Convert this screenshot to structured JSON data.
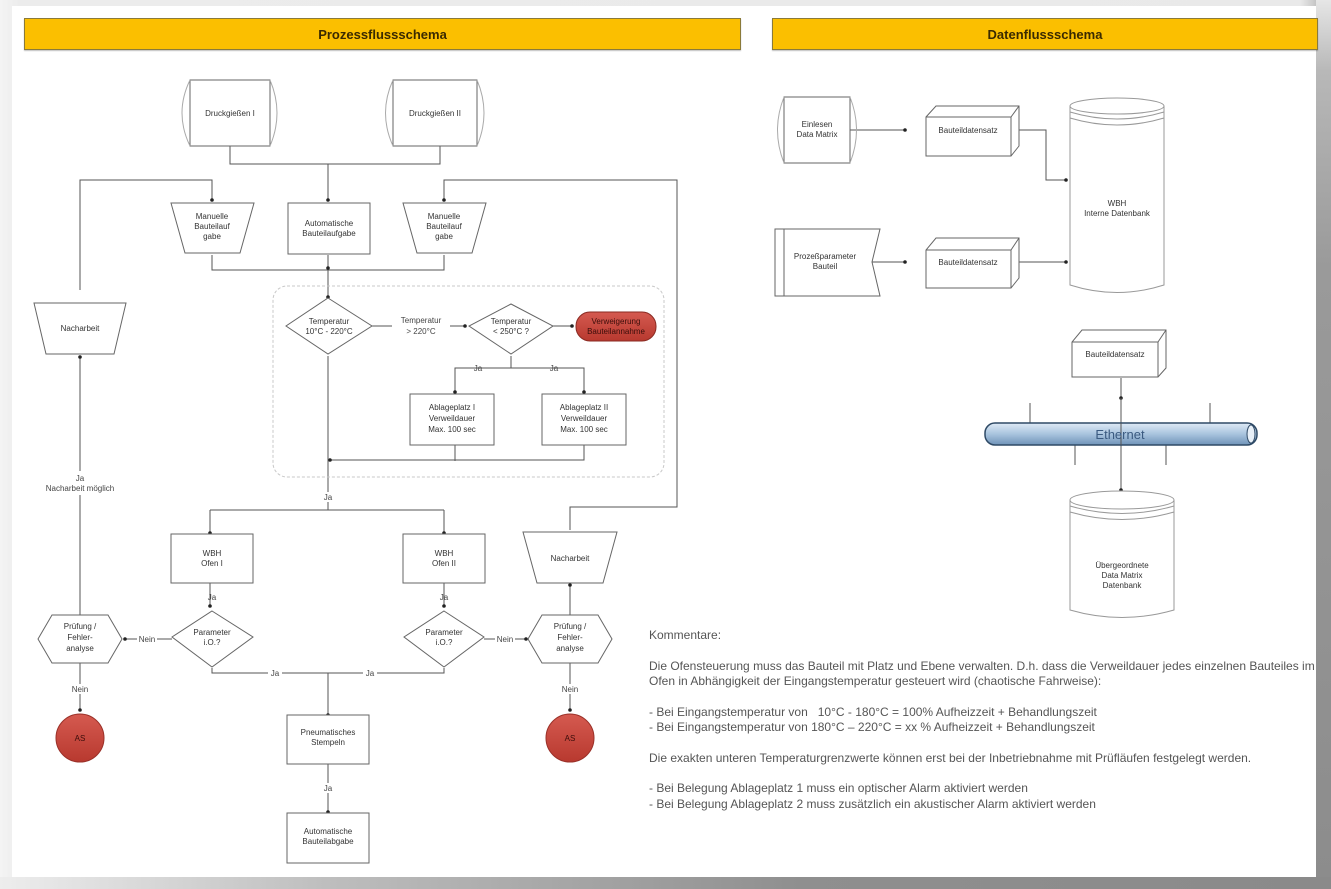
{
  "banners": {
    "left": "Prozessflussschema",
    "right": "Datenflussschema"
  },
  "process": {
    "drum_1": "Druckgießen I",
    "drum_2": "Druckgießen II",
    "manual_left": [
      "Manuelle",
      "Bauteilauf",
      "gabe"
    ],
    "auto_input": [
      "Automatische",
      "Bauteilaufgabe"
    ],
    "manual_right": [
      "Manuelle",
      "Bauteilauf",
      "gabe"
    ],
    "rework_left": "Nacharbeit",
    "decision_temp1": [
      "Temperatur",
      "10°C - 220°C"
    ],
    "edge_temp_high": [
      "Temperatur",
      "> 220°C"
    ],
    "decision_temp2": [
      "Temperatur",
      "< 250°C ?"
    ],
    "reject_terminal": [
      "Verweigerung",
      "Bauteilannahme"
    ],
    "storage_1": [
      "Ablageplatz I",
      "Verweildauer",
      "Max. 100 sec"
    ],
    "storage_2": [
      "Ablageplatz II",
      "Verweildauer",
      "Max. 100 sec"
    ],
    "label_ja": "Ja",
    "label_nein": "Nein",
    "rework_possible": [
      "Ja",
      "Nacharbeit möglich"
    ],
    "oven_1": [
      "WBH",
      "Ofen I"
    ],
    "oven_2": [
      "WBH",
      "Ofen II"
    ],
    "param_check": [
      "Parameter",
      "i.O.?"
    ],
    "inspection": [
      "Prüfung /",
      "Fehler-",
      "analyse"
    ],
    "rework_right": "Nacharbeit",
    "scrap": "AS",
    "pneumatic": [
      "Pneumatisches",
      "Stempeln"
    ],
    "auto_output": [
      "Automatische",
      "Bauteilabgabe"
    ]
  },
  "dataflow": {
    "read_matrix": [
      "Einlesen",
      "Data Matrix"
    ],
    "process_params": [
      "Prozeßparameter",
      "Bauteil"
    ],
    "record": "Bauteildatensatz",
    "internal_db": [
      "WBH",
      "Interne Datenbank"
    ],
    "ethernet": "Ethernet",
    "parent_db": [
      "Übergeordnete",
      "Data Matrix",
      "Datenbank"
    ]
  },
  "comments": {
    "heading": "Kommentare:",
    "para1": "Die Ofensteuerung muss das Bauteil mit Platz und Ebene verwalten. D.h. dass die Verweildauer jedes einzelnen Bauteiles im Ofen in Abhängigkeit der Eingangstemperatur gesteuert wird (chaotische Fahrweise):",
    "bullet1": "- Bei Eingangstemperatur von   10°C - 180°C = 100% Aufheizzeit + Behandlungszeit",
    "bullet2": "- Bei Eingangstemperatur von 180°C – 220°C = xx % Aufheizzeit + Behandlungszeit",
    "para2": "Die exakten unteren Temperaturgrenzwerte können erst bei der Inbetriebnahme mit Prüfläufen festgelegt werden.",
    "bullet3": "- Bei Belegung Ablageplatz 1 muss ein optischer Alarm aktiviert werden",
    "bullet4": "- Bei Belegung Ablageplatz 2 muss zusätzlich ein akustischer Alarm aktiviert werden"
  },
  "colors": {
    "banner": "#fbbf00",
    "terminal_red": "#c9473d",
    "ethernet_blue": "#a9c4de"
  }
}
